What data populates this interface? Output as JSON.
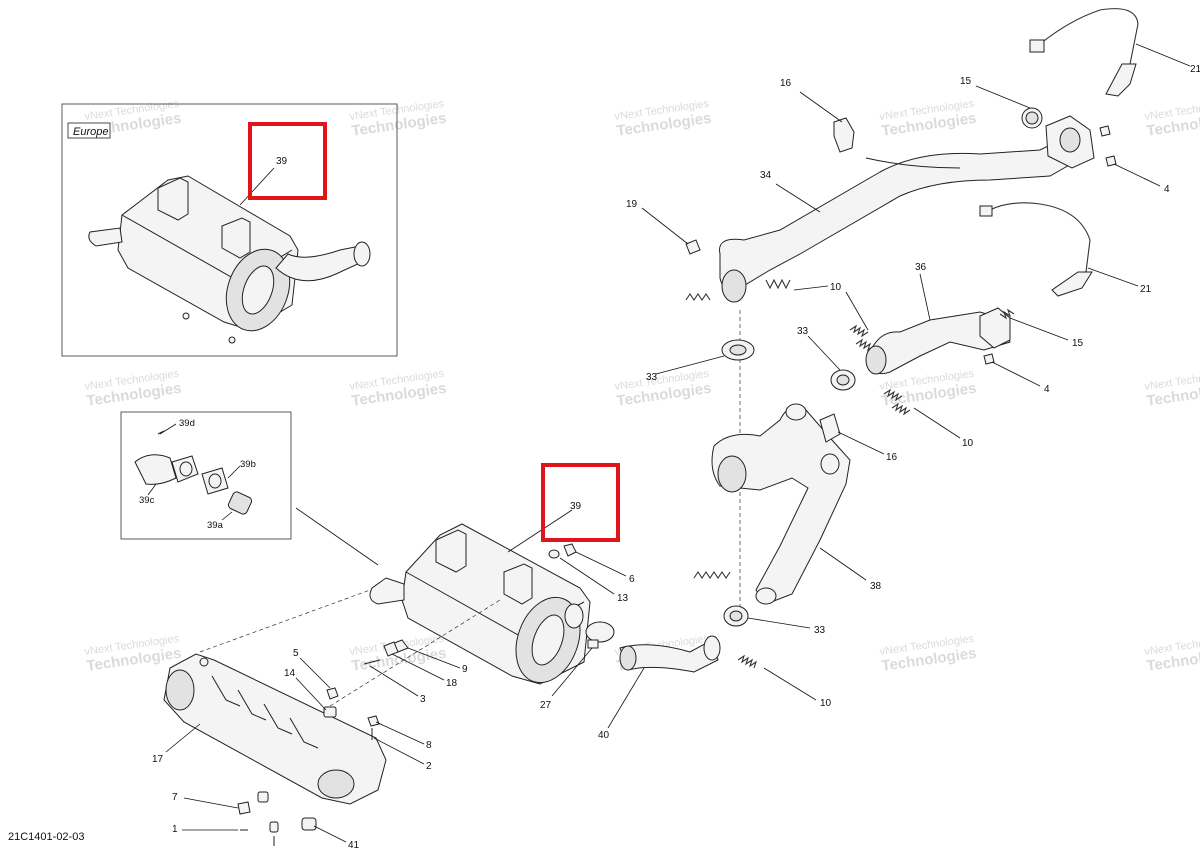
{
  "diagram_code": "21C1401-02-03",
  "inset_europe_label": "Europe",
  "watermark": {
    "line1": "vNext Technologies",
    "line2": "Technologies"
  },
  "highlight_color": "#e0151c",
  "callouts": [
    {
      "id": "c21a",
      "text": "21"
    },
    {
      "id": "c15a",
      "text": "15"
    },
    {
      "id": "c16a",
      "text": "16"
    },
    {
      "id": "c4a",
      "text": "4"
    },
    {
      "id": "c34",
      "text": "34"
    },
    {
      "id": "c19",
      "text": "19"
    },
    {
      "id": "c36",
      "text": "36"
    },
    {
      "id": "c21b",
      "text": "21"
    },
    {
      "id": "c10a",
      "text": "10"
    },
    {
      "id": "c33a",
      "text": "33"
    },
    {
      "id": "c15b",
      "text": "15"
    },
    {
      "id": "c33b",
      "text": "33"
    },
    {
      "id": "c4b",
      "text": "4"
    },
    {
      "id": "c10b",
      "text": "10"
    },
    {
      "id": "c16b",
      "text": "16"
    },
    {
      "id": "c39main",
      "text": "39"
    },
    {
      "id": "c6",
      "text": "6"
    },
    {
      "id": "c13",
      "text": "13"
    },
    {
      "id": "c38",
      "text": "38"
    },
    {
      "id": "c33c",
      "text": "33"
    },
    {
      "id": "c10c",
      "text": "10"
    },
    {
      "id": "c9",
      "text": "9"
    },
    {
      "id": "c18",
      "text": "18"
    },
    {
      "id": "c3",
      "text": "3"
    },
    {
      "id": "c5",
      "text": "5"
    },
    {
      "id": "c14",
      "text": "14"
    },
    {
      "id": "c27",
      "text": "27"
    },
    {
      "id": "c40",
      "text": "40"
    },
    {
      "id": "c8",
      "text": "8"
    },
    {
      "id": "c2",
      "text": "2"
    },
    {
      "id": "c17",
      "text": "17"
    },
    {
      "id": "c7",
      "text": "7"
    },
    {
      "id": "c1",
      "text": "1"
    },
    {
      "id": "c41",
      "text": "41"
    },
    {
      "id": "c39inset",
      "text": "39"
    },
    {
      "id": "c39d",
      "text": "39d"
    },
    {
      "id": "c39b",
      "text": "39b"
    },
    {
      "id": "c39c",
      "text": "39c"
    },
    {
      "id": "c39a",
      "text": "39a"
    }
  ]
}
